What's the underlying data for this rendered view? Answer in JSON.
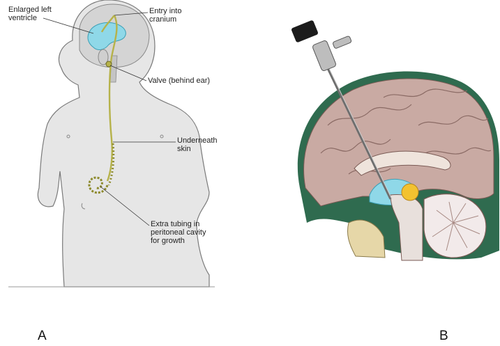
{
  "panel_a": {
    "labels": {
      "ventricle": "Enlarged left\nventricle",
      "cranium": "Entry into\ncranium",
      "valve": "Valve (behind ear)",
      "skin": "Underneath\nskin",
      "tubing": "Extra tubing in\nperitoneal cavity\nfor growth"
    },
    "letter": "A"
  },
  "panel_b": {
    "letter": "B"
  },
  "colors": {
    "body_fill": "#e6e6e6",
    "body_outline": "#7a7a7a",
    "ventricle": "#8fd8e8",
    "shunt_tube": "#b6b24a",
    "brain_tissue": "#c9aaa3",
    "dura": "#2f6b4f",
    "cerebellum": "#f2eaea",
    "cyst": "#f2c230"
  }
}
